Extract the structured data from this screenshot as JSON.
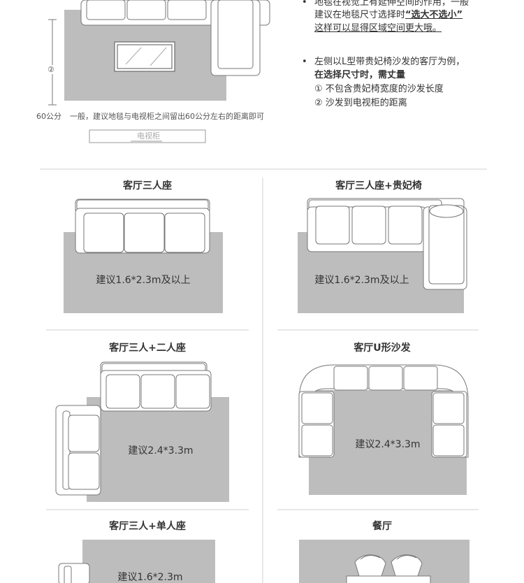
{
  "top_right": {
    "lines": [
      {
        "text": "地毯在视觉上有延伸空间的作用，一般",
        "bold": false,
        "underline": false
      },
      {
        "prefix": "建议在地毯尺寸选择时",
        "emphasis": "“选大不选小”",
        "bold": false
      },
      {
        "text": "这样可以显得区域空间更大哦。",
        "bold": false,
        "underline": true
      }
    ],
    "bullet2": {
      "line1": "左侧以L型带贵妃椅沙发的客厅为例，",
      "line2": "在选择尺寸时，需丈量",
      "item1": "① 不包含贵妃椅宽度的沙发长度",
      "item2": "② 沙发到电视柜的距离"
    },
    "bullet_char": "•"
  },
  "top_diagram": {
    "dimension_marker": "②",
    "distance_label": "60公分",
    "note": "一般，建议地毯与电视柜之间留出60公分左右的距离即可",
    "tv_label": "电视柜"
  },
  "sections": [
    {
      "title": "客厅三人座",
      "label": "建议1.6*2.3m及以上"
    },
    {
      "title": "客厅三人座+贵妃椅",
      "label": "建议1.6*2.3m及以上"
    },
    {
      "title": "客厅三人+二人座",
      "label": "建议2.4*3.3m"
    },
    {
      "title": "客厅U形沙发",
      "label": "建议2.4*3.3m"
    },
    {
      "title": "客厅三人+单人座",
      "label": "建议1.6*2.3m"
    },
    {
      "title": "餐厅",
      "label": ""
    }
  ],
  "colors": {
    "rug": "#bdbdbd",
    "sofa_fill": "#ffffff",
    "sofa_stroke": "#777777",
    "divider": "#d0d0d0"
  }
}
